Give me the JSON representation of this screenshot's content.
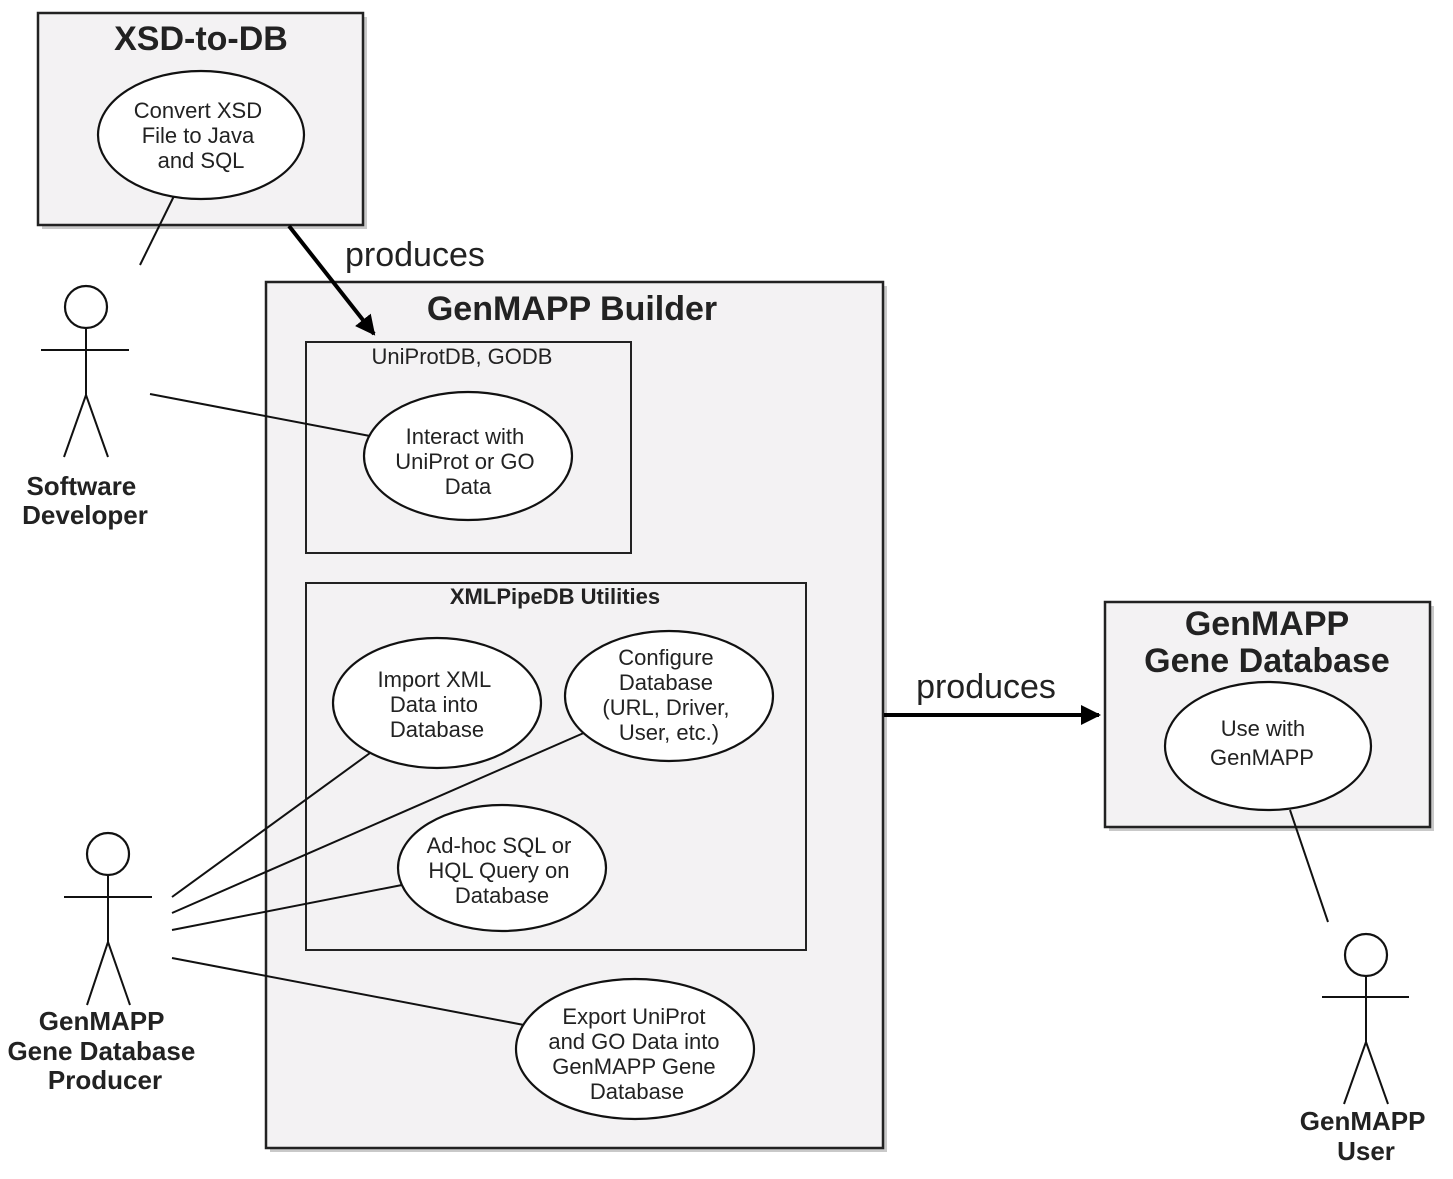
{
  "systems": {
    "xsd_to_db": {
      "title": "XSD-to-DB"
    },
    "genmapp_builder": {
      "title": "GenMAPP Builder"
    },
    "genmapp_gene_database": {
      "title_line1": "GenMAPP",
      "title_line2": "Gene Database"
    }
  },
  "packages": {
    "uniprot_godb": {
      "label": "UniProtDB, GODB"
    },
    "xmlpipedb_utilities": {
      "label": "XMLPipeDB Utilities"
    }
  },
  "use_cases": {
    "convert_xsd": {
      "lines": [
        "Convert XSD",
        "File to Java",
        "and SQL"
      ]
    },
    "interact": {
      "lines": [
        "Interact with",
        "UniProt or GO",
        "Data"
      ]
    },
    "import_xml": {
      "lines": [
        "Import XML",
        "Data into",
        "Database"
      ]
    },
    "configure_db": {
      "lines": [
        "Configure",
        "Database",
        "(URL, Driver,",
        "User, etc.)"
      ]
    },
    "adhoc_query": {
      "lines": [
        "Ad-hoc SQL or",
        "HQL Query on",
        "Database"
      ]
    },
    "export": {
      "lines": [
        "Export UniProt",
        "and GO Data into",
        "GenMAPP Gene",
        "Database"
      ]
    },
    "use_genmapp": {
      "lines": [
        "Use with",
        "GenMAPP"
      ]
    }
  },
  "actors": {
    "software_developer": {
      "lines": [
        "Software",
        "Developer"
      ]
    },
    "gene_db_producer": {
      "lines": [
        "GenMAPP",
        "Gene Database",
        "Producer"
      ]
    },
    "genmapp_user": {
      "lines": [
        "GenMAPP",
        "User"
      ]
    }
  },
  "relations": {
    "produces_1": "produces",
    "produces_2": "produces"
  }
}
